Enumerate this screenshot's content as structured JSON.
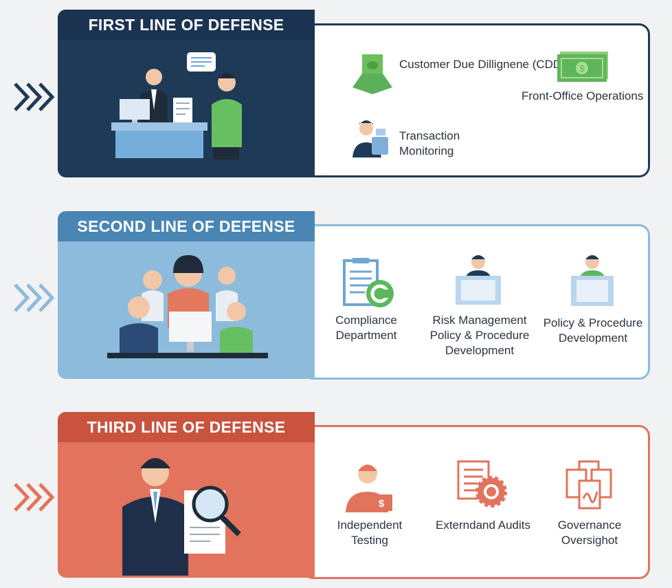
{
  "colors": {
    "first": "#1e3a56",
    "first_header": "#1a3350",
    "second": "#8dbbdc",
    "second_header": "#4a86b4",
    "third": "#e2735c",
    "third_header": "#c9533f",
    "green": "#5cb85c"
  },
  "lines": [
    {
      "title": "FIRST LINE OF DEFENSE",
      "items": [
        {
          "icon": "money-stack-icon",
          "label": "Customer Due Dillignene (CDD)"
        },
        {
          "icon": "banknote-icon",
          "label": "Front-Office Operations"
        },
        {
          "icon": "person-monitoring-icon",
          "label": "Transaction Monitoring"
        }
      ]
    },
    {
      "title": "SECOND LINE OF DEFENSE",
      "items": [
        {
          "icon": "clipboard-compliance-icon",
          "label": "Compliance Department"
        },
        {
          "icon": "person-laptop-icon",
          "label": "Risk Management Policy & Procedure Development"
        },
        {
          "icon": "person-laptop-icon",
          "label": "Policy & Procedure Development"
        }
      ]
    },
    {
      "title": "THIRD LINE OF DEFENSE",
      "items": [
        {
          "icon": "person-dollar-icon",
          "label": "Independent Testing"
        },
        {
          "icon": "document-gear-icon",
          "label": "Externdand Audits"
        },
        {
          "icon": "documents-signature-icon",
          "label": "Governance Oversighot"
        }
      ]
    }
  ]
}
